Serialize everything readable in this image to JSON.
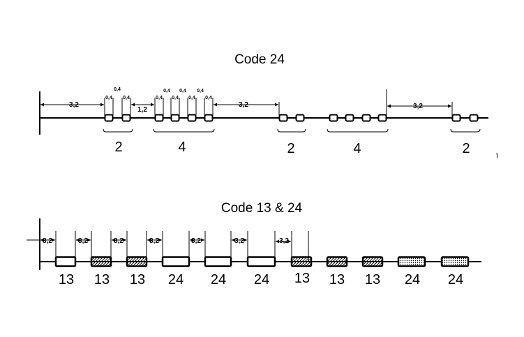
{
  "section1": {
    "title": "Code 24",
    "dim_spacing": "3,2",
    "dim_gap": "1,2",
    "dim_small": "0,4",
    "groups": [
      "2",
      "4",
      "2",
      "4",
      "2"
    ]
  },
  "section2": {
    "title": "Code 13 & 24",
    "dim_spacing": "3,2",
    "codes": [
      "13",
      "13",
      "13",
      "24",
      "24",
      "24",
      "13",
      "13",
      "13",
      "24",
      "24"
    ]
  }
}
